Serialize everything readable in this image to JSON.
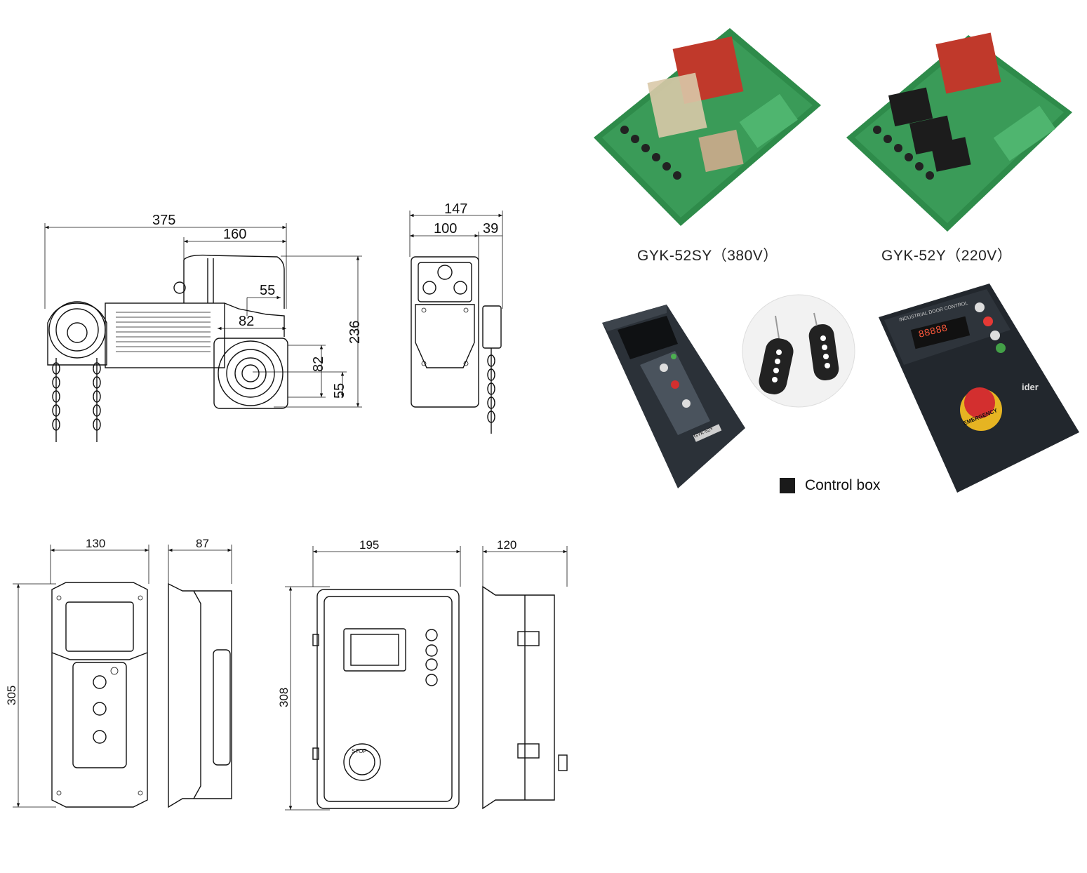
{
  "motor_drawing": {
    "dims": {
      "overall_length": "375",
      "housing_length": "160",
      "top_offset": "55",
      "flange_width": "82",
      "height": "236",
      "flange_height": "82",
      "shaft_height": "55"
    }
  },
  "motor_side_drawing": {
    "dims": {
      "overall_width": "147",
      "body_width": "100",
      "chain_offset": "39"
    }
  },
  "control_board_small": {
    "dims": {
      "width": "130",
      "depth": "87",
      "height": "305"
    }
  },
  "control_board_large": {
    "dims": {
      "width": "195",
      "depth": "120",
      "height": "308"
    },
    "stop_label": "STOP"
  },
  "products": {
    "board_a_caption": "GYK-52SY（380V）",
    "board_b_caption": "GYK-52Y（220V）",
    "control_box_legend": "Control box",
    "box_small_label": "GYK-52Y",
    "box_large_title": "INDUSTRIAL DOOR CONTROL",
    "box_large_brand": "ider",
    "emergency_label": "EMERGENCY"
  },
  "colors": {
    "pcb_green": "#2e8b4a",
    "transformer_red": "#c0392b",
    "box_dark": "#2b3138",
    "emergency_red": "#d32f2f",
    "emergency_ring": "#e6b422"
  }
}
